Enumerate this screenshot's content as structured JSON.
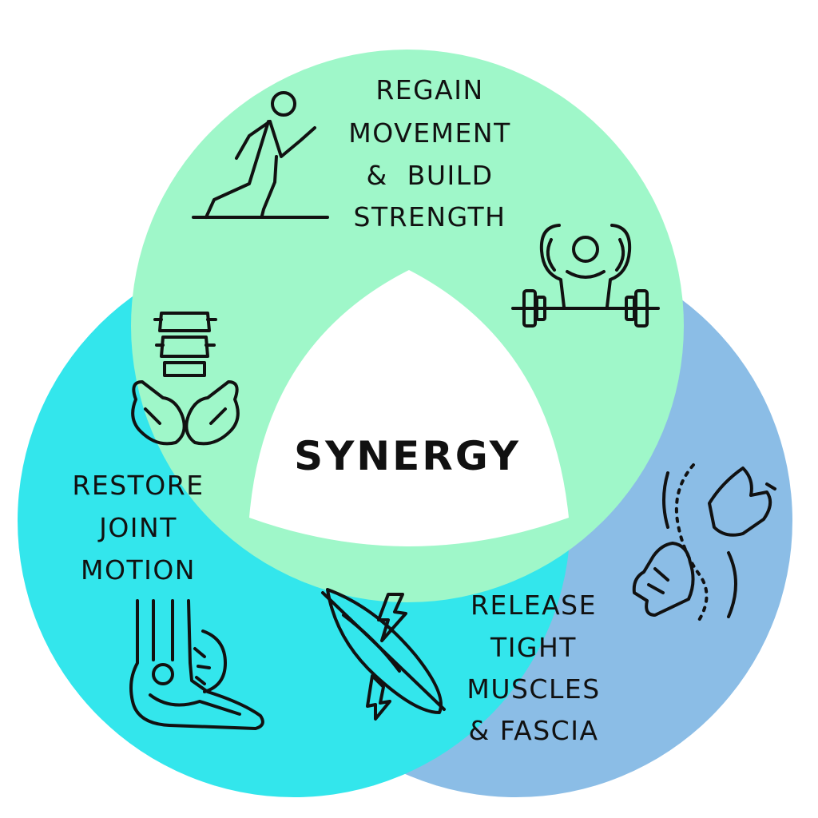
{
  "center": {
    "label": "SYNERGY"
  },
  "circles": {
    "top": {
      "color": "#9ff7c9",
      "lines": [
        "REGAIN",
        "MOVEMENT",
        "&  BUILD",
        "STRENGTH"
      ],
      "icons": [
        "running-person-icon",
        "weightlifter-icon"
      ]
    },
    "left": {
      "color": "#33e6ec",
      "lines": [
        "RESTORE",
        "JOINT",
        "MOTION"
      ],
      "icons": [
        "spine-hands-icon",
        "ankle-joint-icon"
      ]
    },
    "right": {
      "color": "#8bbde6",
      "lines": [
        "RELEASE",
        "TIGHT",
        "MUSCLES",
        "& FASCIA"
      ],
      "icons": [
        "muscle-lightning-icon",
        "hands-massage-icon"
      ]
    }
  }
}
